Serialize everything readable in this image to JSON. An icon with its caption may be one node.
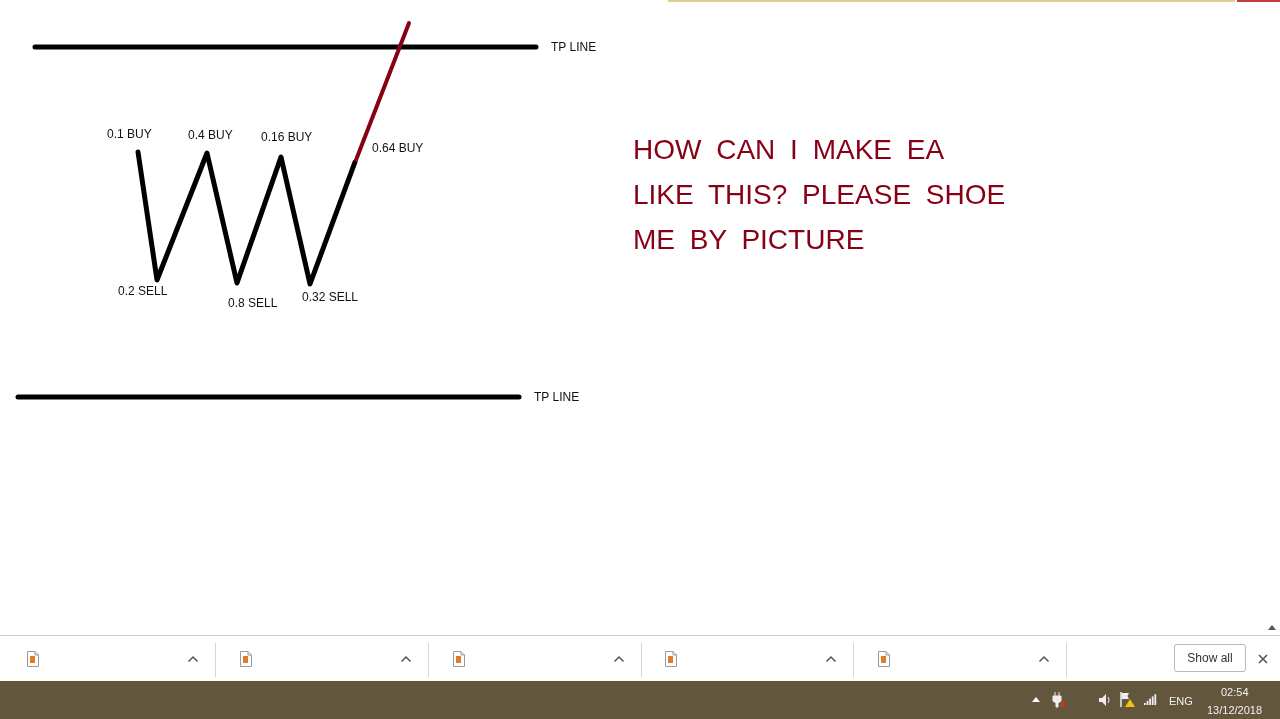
{
  "diagram": {
    "labels": [
      "TP LINE",
      "0.1 BUY",
      "0.4 BUY",
      "0.16 BUY",
      "0.64 BUY",
      "HOW CAN I MAKE EA LIKE THIS? PLEASE SHOE ME BY PICTURE",
      "0.2 SELL",
      "0.8 SELL",
      "0.32 SELL",
      "TP LINE",
      "Show all",
      "ENG",
      "02:54",
      "13/12/2018"
    ]
  }
}
